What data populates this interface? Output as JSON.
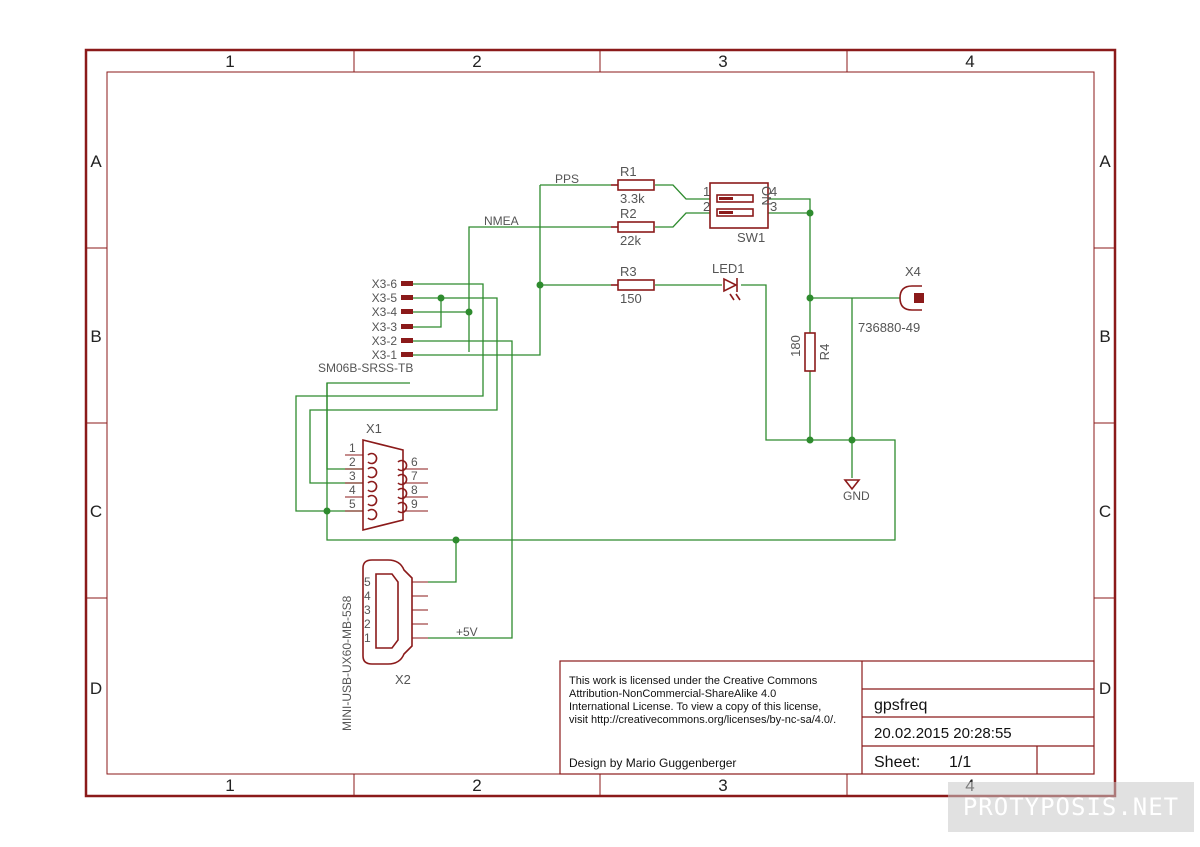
{
  "frame": {
    "columns": [
      "1",
      "2",
      "3",
      "4"
    ],
    "rows": [
      "A",
      "B",
      "C",
      "D"
    ]
  },
  "nets": {
    "pps": "PPS",
    "nmea": "NMEA",
    "vcc": "+5V",
    "gnd": "GND"
  },
  "components": {
    "r1": {
      "ref": "R1",
      "value": "3.3k"
    },
    "r2": {
      "ref": "R2",
      "value": "22k"
    },
    "r3": {
      "ref": "R3",
      "value": "150"
    },
    "r4": {
      "ref": "R4",
      "value": "180"
    },
    "led1": {
      "ref": "LED1"
    },
    "sw1": {
      "ref": "SW1",
      "pins": [
        "1",
        "2",
        "4",
        "3"
      ],
      "on_label": "ON"
    },
    "x4": {
      "ref": "X4",
      "value": "736880-49"
    },
    "x3": {
      "value": "SM06B-SRSS-TB",
      "pins": [
        "X3-6",
        "X3-5",
        "X3-4",
        "X3-3",
        "X3-2",
        "X3-1"
      ]
    },
    "x1": {
      "ref": "X1",
      "pins_left": [
        "1",
        "2",
        "3",
        "4",
        "5"
      ],
      "pins_right": [
        "6",
        "7",
        "8",
        "9"
      ]
    },
    "x2": {
      "ref": "X2",
      "value": "MINI-USB-UX60-MB-5S8",
      "pins": [
        "5",
        "4",
        "3",
        "2",
        "1"
      ]
    }
  },
  "title_block": {
    "license": [
      "This work is licensed under the Creative Commons",
      "Attribution-NonCommercial-ShareAlike 4.0",
      "International License. To view a copy of this license,",
      "visit http://creativecommons.org/licenses/by-nc-sa/4.0/."
    ],
    "designer": "Design by Mario Guggenberger",
    "project": "gpsfreq",
    "datetime": "20.02.2015 20:28:55",
    "sheet_label": "Sheet:",
    "sheet_value": "1/1"
  },
  "watermark": "PROTYPOSIS.NET"
}
